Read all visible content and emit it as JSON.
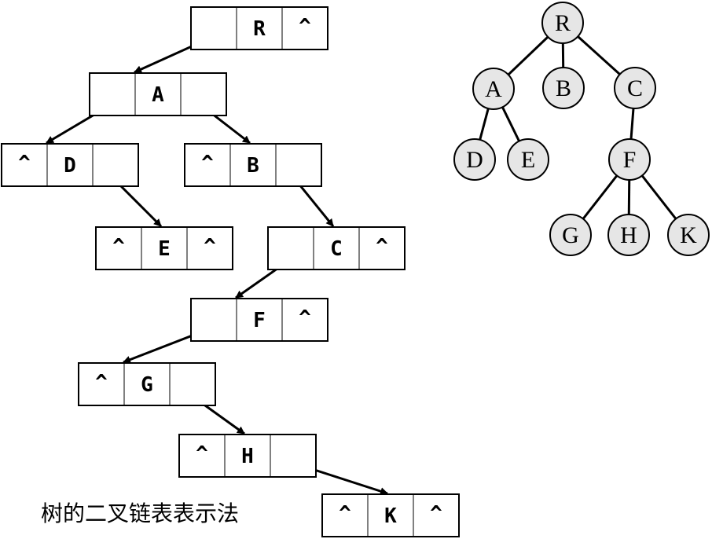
{
  "caption": "树的二叉链表表示法",
  "colors": {
    "stroke": "#000000",
    "node_fill": "#e6e6e6",
    "cell_fill": "#ffffff"
  },
  "binary_list_nodes": [
    {
      "id": "R",
      "first_child": "",
      "data": "R",
      "next_sibling": "^"
    },
    {
      "id": "A",
      "first_child": "",
      "data": "A",
      "next_sibling": ""
    },
    {
      "id": "D",
      "first_child": "^",
      "data": "D",
      "next_sibling": ""
    },
    {
      "id": "B",
      "first_child": "^",
      "data": "B",
      "next_sibling": ""
    },
    {
      "id": "E",
      "first_child": "^",
      "data": "E",
      "next_sibling": "^"
    },
    {
      "id": "C",
      "first_child": "",
      "data": "C",
      "next_sibling": "^"
    },
    {
      "id": "F",
      "first_child": "",
      "data": "F",
      "next_sibling": "^"
    },
    {
      "id": "G",
      "first_child": "^",
      "data": "G",
      "next_sibling": ""
    },
    {
      "id": "H",
      "first_child": "^",
      "data": "H",
      "next_sibling": ""
    },
    {
      "id": "K",
      "first_child": "^",
      "data": "K",
      "next_sibling": "^"
    }
  ],
  "binary_list_links": [
    {
      "from": "R",
      "field": "first_child",
      "to": "A"
    },
    {
      "from": "A",
      "field": "first_child",
      "to": "D"
    },
    {
      "from": "A",
      "field": "next_sibling",
      "to": "B"
    },
    {
      "from": "D",
      "field": "next_sibling",
      "to": "E"
    },
    {
      "from": "B",
      "field": "next_sibling",
      "to": "C"
    },
    {
      "from": "C",
      "field": "first_child",
      "to": "F"
    },
    {
      "from": "F",
      "field": "first_child",
      "to": "G"
    },
    {
      "from": "G",
      "field": "next_sibling",
      "to": "H"
    },
    {
      "from": "H",
      "field": "next_sibling",
      "to": "K"
    }
  ],
  "tree_nodes": [
    "R",
    "A",
    "B",
    "C",
    "D",
    "E",
    "F",
    "G",
    "H",
    "K"
  ],
  "tree_edges": [
    [
      "R",
      "A"
    ],
    [
      "R",
      "B"
    ],
    [
      "R",
      "C"
    ],
    [
      "A",
      "D"
    ],
    [
      "A",
      "E"
    ],
    [
      "C",
      "F"
    ],
    [
      "F",
      "G"
    ],
    [
      "F",
      "H"
    ],
    [
      "F",
      "K"
    ]
  ]
}
